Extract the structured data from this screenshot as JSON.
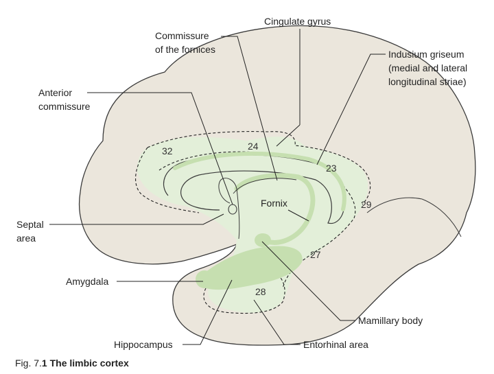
{
  "colors": {
    "brain_fill": "#ebe6dc",
    "limbic_fill": "#e3efd9",
    "limbic_structure": "#c6dfb0",
    "outline": "#3a3a3a"
  },
  "labels": {
    "cingulate_gyrus": "Cingulate gyrus",
    "commissure_fornices_line1": "Commissure",
    "commissure_fornices_line2": "of the fornices",
    "indusium_line1": "Indusium griseum",
    "indusium_line2": "(medial and lateral",
    "indusium_line3": "longitudinal striae)",
    "anterior_commissure_line1": "Anterior",
    "anterior_commissure_line2": "commissure",
    "septal_area_line1": "Septal",
    "septal_area_line2": "area",
    "fornix": "Fornix",
    "amygdala": "Amygdala",
    "mamillary_body": "Mamillary body",
    "hippocampus": "Hippocampus",
    "entorhinal_area": "Entorhinal area"
  },
  "areas": {
    "a32": "32",
    "a24": "24",
    "a23": "23",
    "a29": "29",
    "a27": "27",
    "a28": "28"
  },
  "caption": {
    "prefix": "Fig. 7.",
    "number": "1",
    "title": "The limbic cortex"
  }
}
